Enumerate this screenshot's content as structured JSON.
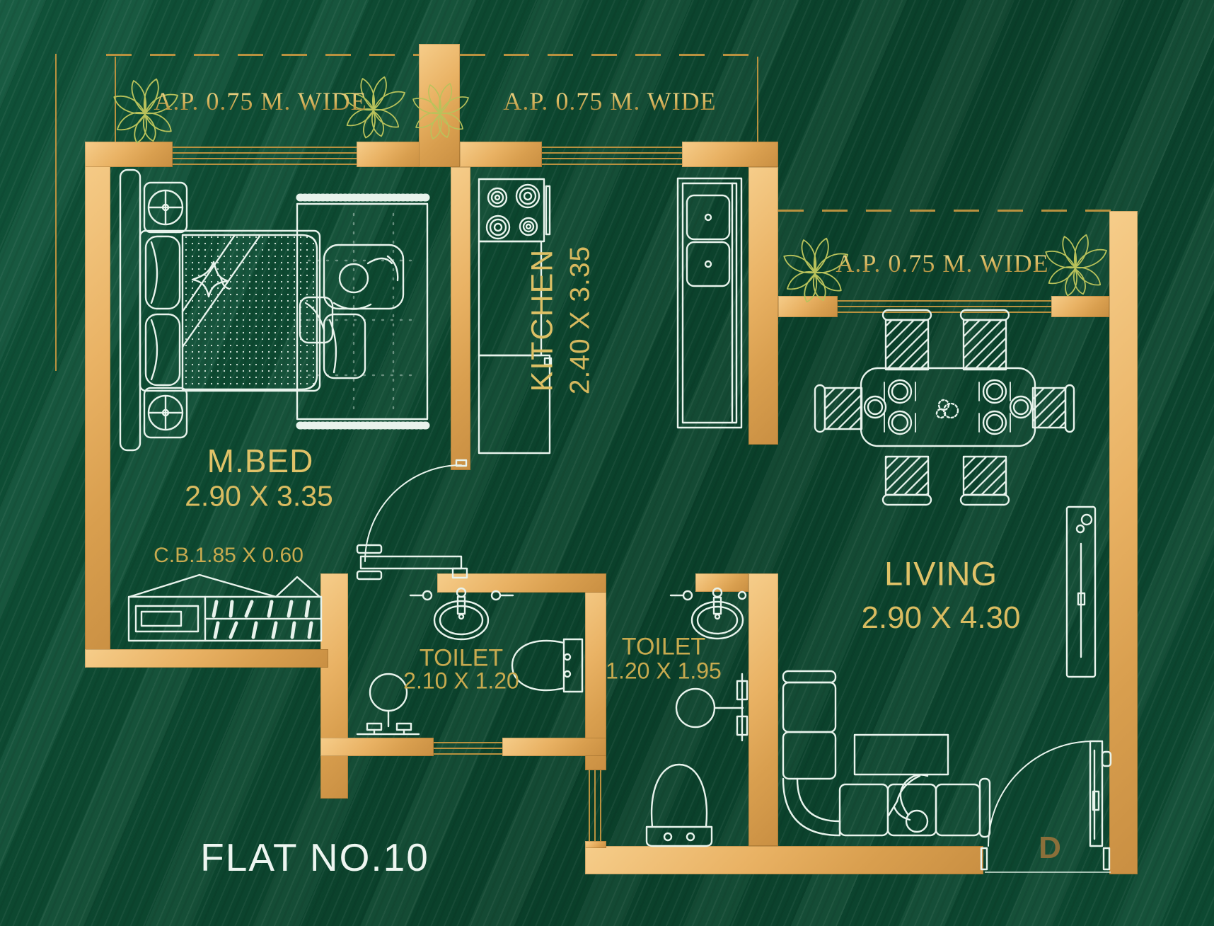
{
  "title": "FLAT NO.10",
  "colors": {
    "background_green": "#0d4a31",
    "wall_gold": "#e9b264",
    "wall_gold_light": "#f6cd8a",
    "wall_gold_dark": "#c98f42",
    "furniture_line_white": "#e8f3ec",
    "text_gold": "#d9bb60",
    "text_gold_serif": "#d9b75f",
    "text_olive_gold": "#c8aa4f",
    "text_white": "#eef6f1",
    "door_label_gold": "#8b6f3a",
    "plant_green_gold": "#b9c25b",
    "window_line_gold": "#b9913f"
  },
  "labels": {
    "flat_no": "FLAT NO.10",
    "door_label": "D"
  },
  "balconies": {
    "left": "A.P. 0.75 M. WIDE",
    "middle": "A.P. 0.75 M. WIDE",
    "right": "A.P. 0.75 M. WIDE"
  },
  "rooms": {
    "master_bedroom": {
      "name": "M.BED",
      "dims": "2.90 X 3.35"
    },
    "kitchen": {
      "name": "KITCHEN",
      "dims": "2.40 X 3.35"
    },
    "living": {
      "name": "LIVING",
      "dims": "2.90 X 4.30"
    },
    "toilet_1": {
      "name": "TOILET",
      "dims": "2.10 X 1.20"
    },
    "toilet_2": {
      "name": "TOILET",
      "dims": "1.20 X 1.95"
    },
    "cupboard": {
      "label": "C.B.1.85 X 0.60"
    }
  }
}
